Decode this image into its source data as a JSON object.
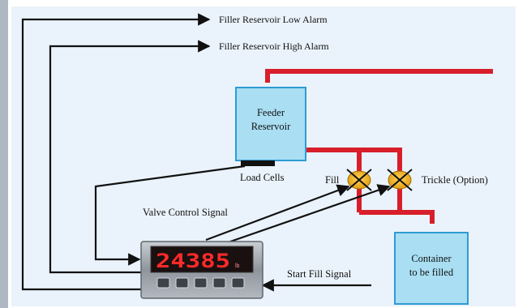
{
  "colors": {
    "background": "#eaf3fb",
    "left_strip": "#aeb8c2",
    "pipe": "#d81e2b",
    "box_fill": "#a9def3",
    "box_border": "#2f9bd3",
    "valve_fill": "#f3b01c",
    "display_digits": "#ff2a2a",
    "signal_line": "#111111"
  },
  "labels": {
    "low_alarm": "Filler Reservoir  Low Alarm",
    "high_alarm": "Filler Reservoir  High Alarm",
    "feeder_line1": "Feeder",
    "feeder_line2": "Reservoir",
    "load_cells": "Load Cells",
    "fill": "Fill",
    "trickle": "Trickle (Option)",
    "valve_control": "Valve Control Signal",
    "start_fill": "Start Fill Signal",
    "container_line1": "Container",
    "container_line2": "to be filled"
  },
  "display": {
    "reading": "24385",
    "unit": "lb",
    "button_count": 5
  },
  "icons": {
    "valve": "x-valve-icon"
  }
}
